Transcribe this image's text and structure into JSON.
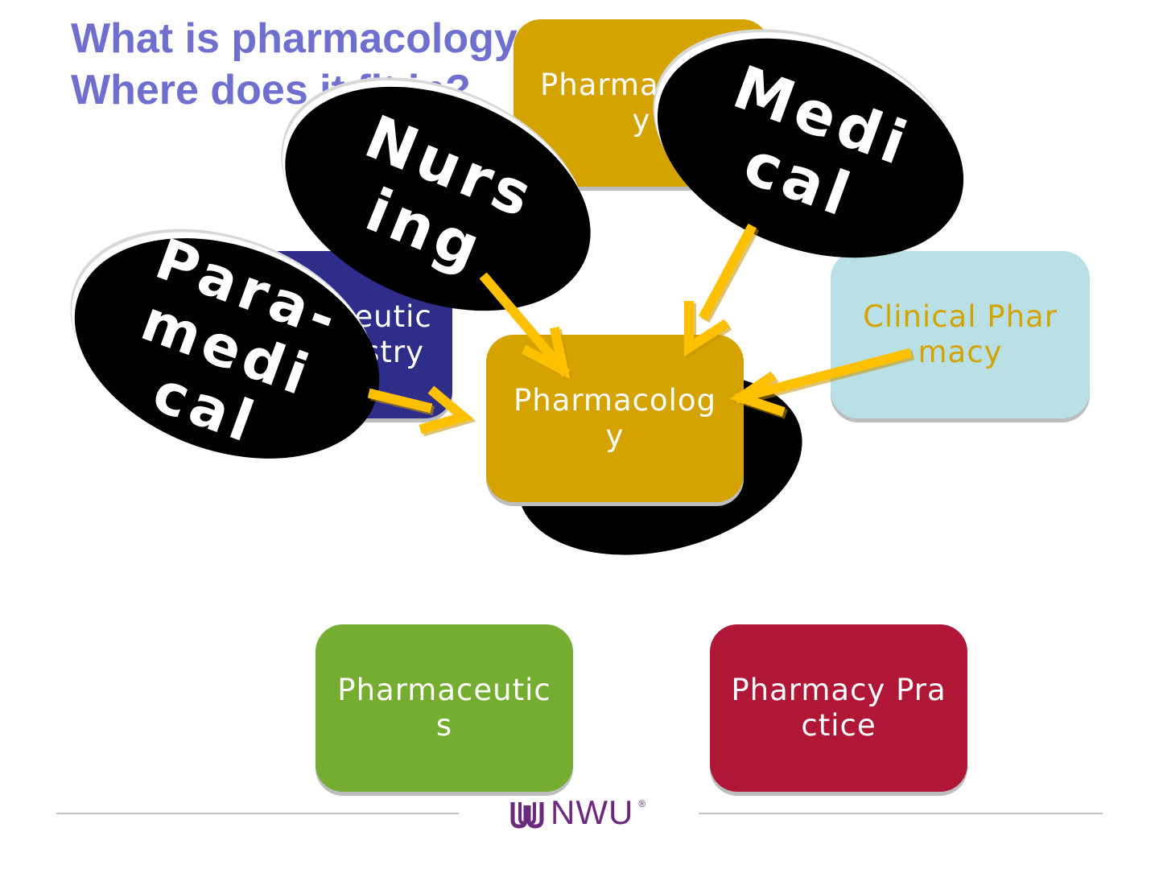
{
  "title": {
    "line1": "What is pharmacology",
    "line2": "Where does it fit in?"
  },
  "boxes": {
    "pharmacology_top": "Pharmacology",
    "pharmaceutical_chemistry": "Pharmaceutical Chemistry",
    "pharmacology_center": "Pharmacology",
    "clinical_pharmacy": "Clinical Pharmacy",
    "pharmaceutics": "Pharmaceutics",
    "pharmacy_practice": "Pharmacy Practice"
  },
  "ellipses": {
    "nursing": "Nursing",
    "medical": "Medical",
    "paramedical": "Para-medical"
  },
  "colors": {
    "title": "#6f6fcf",
    "gold": "#d4a300",
    "navy": "#2e2e8a",
    "light_blue": "#b9e0e4",
    "green": "#74ad30",
    "crimson": "#b01737",
    "arrow": "#ffc000"
  },
  "logo": {
    "text": "NWU",
    "registered": "®",
    "icon": "nwu-logo-icon"
  }
}
